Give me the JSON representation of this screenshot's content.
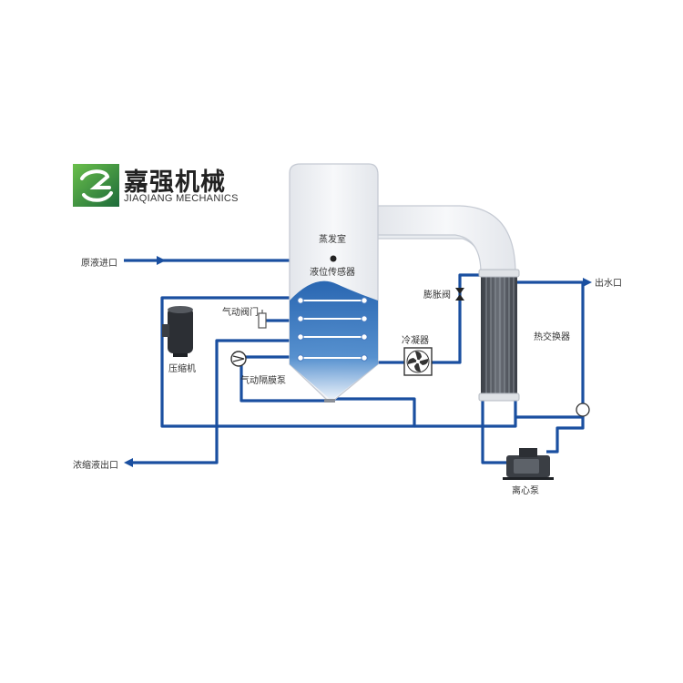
{
  "brand": {
    "name_cn": "嘉强机械",
    "name_en": "JIAQIANG MECHANICS",
    "colors": {
      "green": "#2e8b3e",
      "blue": "#1e4f9c"
    }
  },
  "labels": {
    "evaporator": "蒸发室",
    "level_sensor": "液位传感器",
    "expansion_valve": "膨胀阀",
    "outlet_water": "出水口",
    "feed_inlet": "原液进口",
    "pneumatic_valve": "气动阀门",
    "condenser": "冷凝器",
    "heat_exchanger": "热交换器",
    "compressor": "压缩机",
    "diaphragm_pump": "气动隔膜泵",
    "concentrate_outlet": "浓缩液出口",
    "centrifugal_pump": "离心泵"
  },
  "colors": {
    "pipe": "#1a4fa0",
    "vessel_fill": "#f2f4f7",
    "vessel_stroke": "#c5cad3",
    "liquid": "#2d6fb8"
  }
}
